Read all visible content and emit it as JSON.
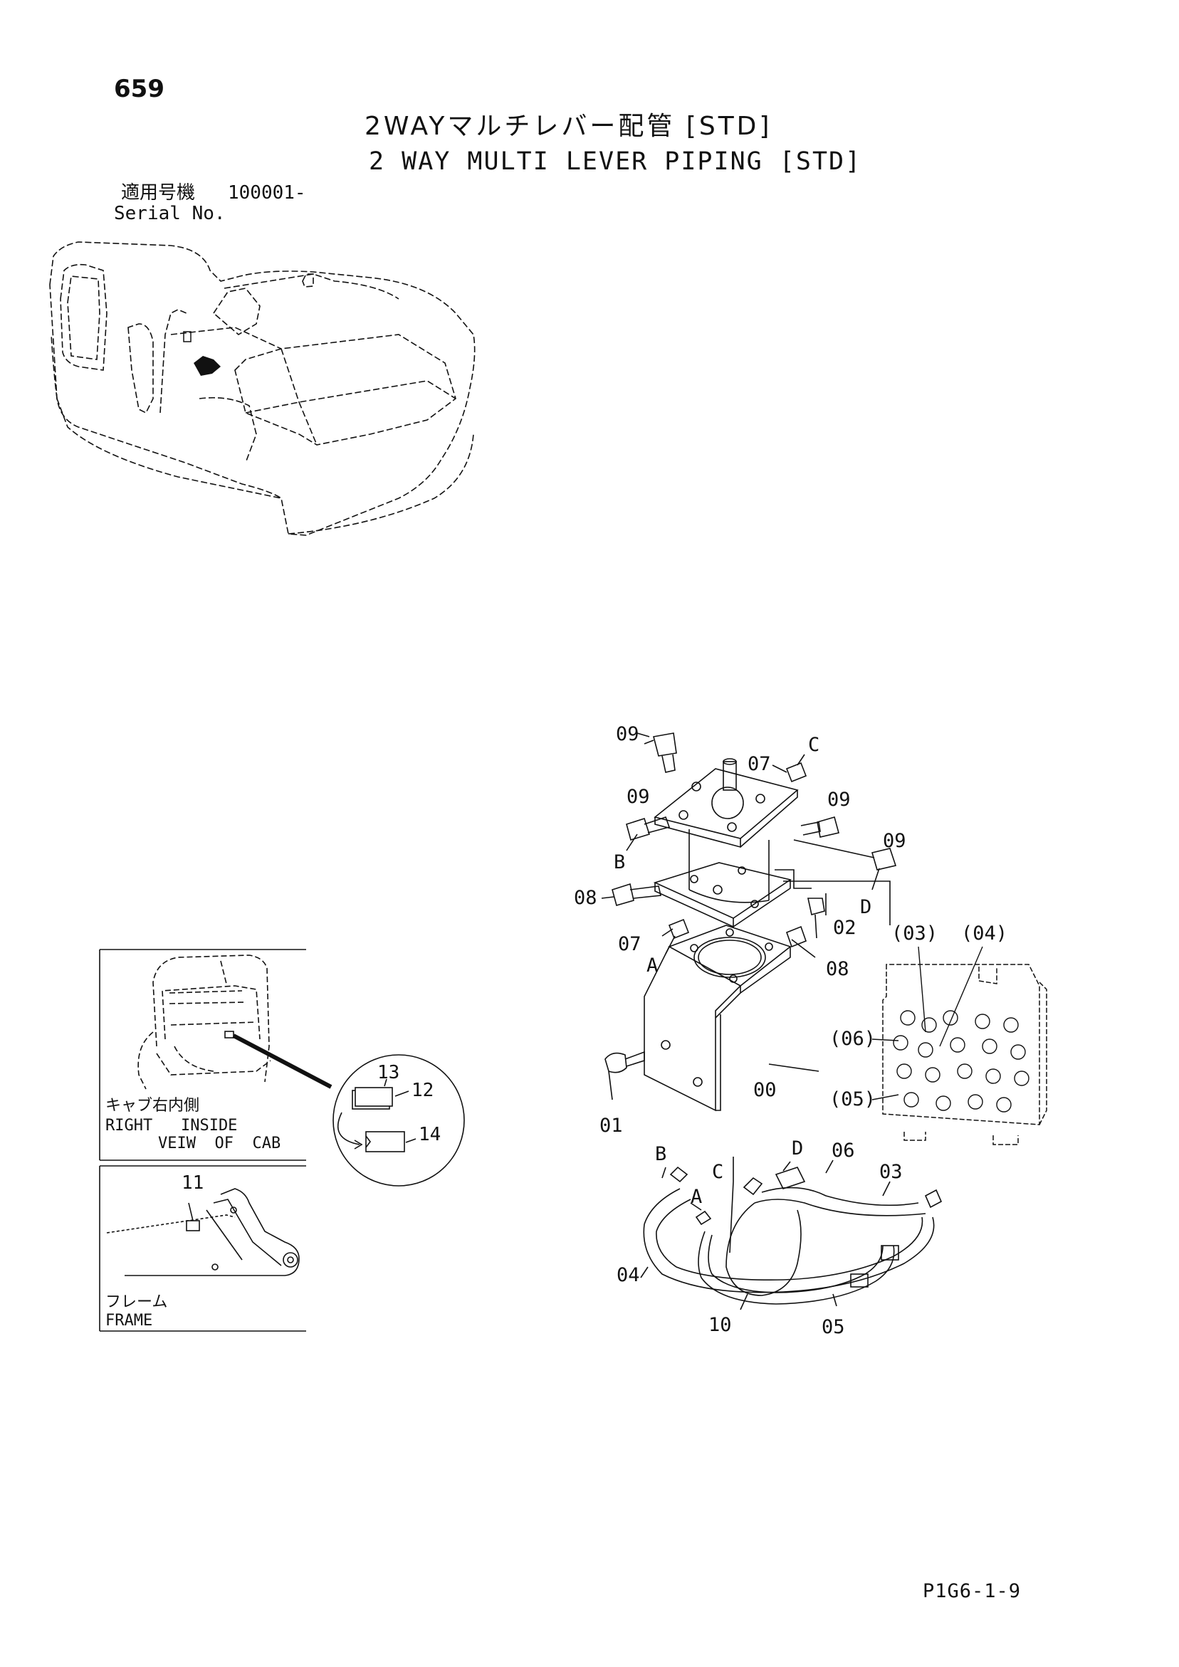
{
  "page": {
    "number": "659",
    "title_ja": "2WAYマルチレバー配管 [STD]",
    "title_en": "2 WAY MULTI LEVER PIPING [STD]",
    "serial_ja": "適用号機",
    "serial_value": "100001-",
    "serial_en": "Serial No.",
    "footer_code": "P1G6-1-9"
  },
  "callouts": {
    "c09a": "09",
    "c07a": "07",
    "cC1": "C",
    "c09b": "09",
    "c09c": "09",
    "c09d": "09",
    "cB1": "B",
    "c08a": "08",
    "c02": "02",
    "cD1": "D",
    "c07b": "07",
    "cA1": "A",
    "c08b": "08",
    "c03p": "(03)",
    "c04p": "(04)",
    "c06p": "(06)",
    "c05p": "(05)",
    "c01": "01",
    "c00": "00",
    "hB": "B",
    "hC": "C",
    "hD": "D",
    "h06": "06",
    "h03": "03",
    "hA": "A",
    "h04": "04",
    "h10": "10",
    "h05": "05"
  },
  "insets": {
    "cab_label_ja": "キャブ右内側",
    "cab_label_en1": "RIGHT   INSIDE",
    "cab_label_en2": "VEIW  OF  CAB",
    "frame_label_ja": "フレーム",
    "frame_label_en": "FRAME",
    "n13": "13",
    "n12": "12",
    "n14": "14",
    "n11": "11"
  },
  "colors": {
    "ink": "#111111",
    "paper": "#ffffff"
  }
}
